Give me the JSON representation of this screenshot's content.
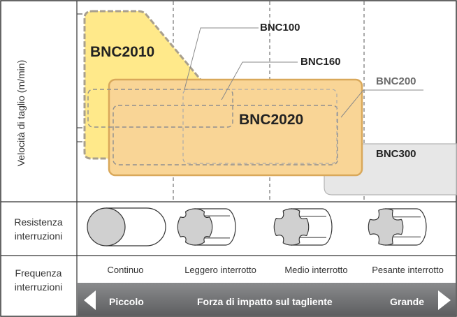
{
  "axes": {
    "y_label": "Velocità di taglio (m/min)"
  },
  "rows": {
    "resistance_label": "Resistenza\ninterruzioni",
    "frequency_label": "Frequenza\ninterruzioni"
  },
  "columns": [
    "Continuo",
    "Leggero interrotto",
    "Medio interrotto",
    "Pesante interrotto"
  ],
  "impact_bar": {
    "left": "Piccolo",
    "center": "Forza di impatto sul tagliente",
    "right": "Grande"
  },
  "grades": {
    "bnc2010": "BNC2010",
    "bnc2020": "BNC2020",
    "bnc100": "BNC100",
    "bnc160": "BNC160",
    "bnc200": "BNC200",
    "bnc300": "BNC300"
  },
  "colors": {
    "bnc2010_fill": "#ffe98a",
    "bnc2020_fill": "#f9d596",
    "bnc2020_border": "#d9a85a",
    "bnc300_fill": "#e7e7e7",
    "bottom_bar": "#6d6e70",
    "grid_line": "#333333"
  },
  "icons": [
    "solid-cylinder-icon",
    "light-slotted-cylinder-icon",
    "medium-slotted-cylinder-icon",
    "heavy-slotted-cylinder-icon"
  ]
}
